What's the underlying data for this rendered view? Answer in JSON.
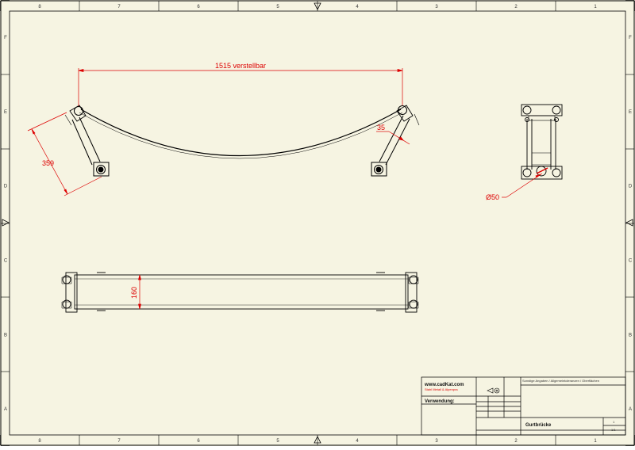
{
  "zones": {
    "columns": [
      "8",
      "7",
      "6",
      "5",
      "4",
      "3",
      "2",
      "1"
    ],
    "rows": [
      "F",
      "E",
      "D",
      "C",
      "B",
      "A"
    ]
  },
  "dimensions": {
    "span": "1515 verstellbar",
    "arm_length": "359",
    "arm_width": "35",
    "height": "160",
    "pulley_diameter": "Ø50"
  },
  "title_block": {
    "website": "www.cadKat.com",
    "website_sub": "Stahl Metall & Alpenpra",
    "usage_label": "Verwendung:",
    "header_line": "Sonstige Angaben / Allgemeintoleranzen / Oberflächen",
    "drawing_title": "Gurtbrücke",
    "sheet_number": "1",
    "sheet_total": "1/1"
  },
  "colors": {
    "paper": "#f6f4e2",
    "line": "#000000",
    "dimension": "#dd0000"
  }
}
